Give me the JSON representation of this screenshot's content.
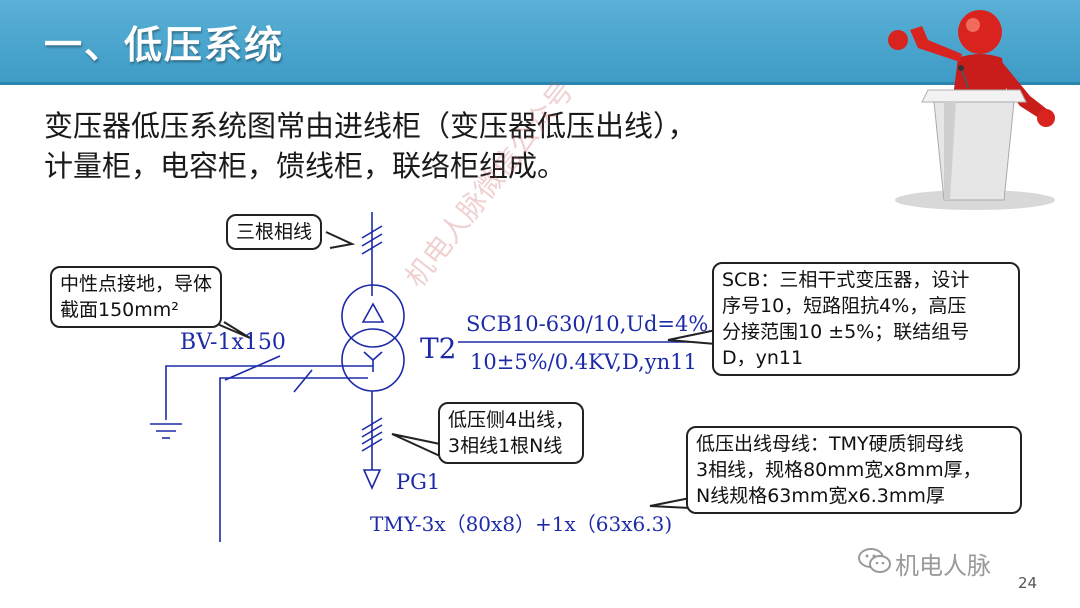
{
  "slide": {
    "title": "一、低压系统",
    "body_line1": "变压器低压系统图常由进线柜（变压器低压出线），",
    "body_line2": "计量柜，电容柜，馈线柜，联络柜组成。",
    "page_number": "24",
    "footer_watermark": "机电人脉",
    "diagonal_watermark": "机电人脉微信公众号"
  },
  "diagram": {
    "cable_label": "BV-1x150",
    "transformer_label": "T2",
    "transformer_spec_top": "SCB10-630/10,Ud=4%",
    "transformer_spec_bottom": "10±5%/0.4KV,D,yn11",
    "busbar_node": "PG1",
    "busbar_spec": "TMY-3x（80x8）+1x（63x6.3)"
  },
  "callouts": {
    "three_phase": "三根相线",
    "neutral_ground_line1": "中性点接地，导体",
    "neutral_ground_line2": "截面150mm²",
    "scb_line1": "SCB：三相干式变压器，设计",
    "scb_line2": "序号10，短路阻抗4%，高压",
    "scb_line3": "分接范围10 ±5%；联结组号",
    "scb_line4": "D，yn11",
    "lv_out_line1": "低压侧4出线，",
    "lv_out_line2": "3相线1根N线",
    "busbar_line1": "低压出线母线：TMY硬质铜母线",
    "busbar_line2": "3相线，规格80mm宽x8mm厚，",
    "busbar_line3": "N线规格63mm宽x6.3mm厚"
  },
  "colors": {
    "title_bar": "#4aa6cf",
    "diagram_ink": "#1c2aa8",
    "speaker_figure": "#cc1f1f"
  },
  "icons": [
    "speaker-at-podium-illustration",
    "wechat-icon"
  ]
}
